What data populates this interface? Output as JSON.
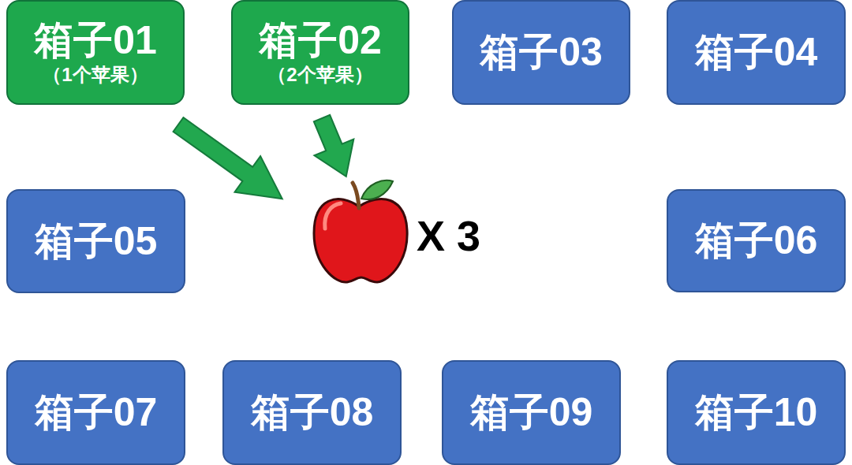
{
  "diagram": {
    "nodes": [
      {
        "text": [
          "箱子01",
          "（1个苹果）"
        ]
      },
      {
        "text": [
          "箱子02",
          "（2个苹果）"
        ]
      },
      {
        "text": [
          "箱子03"
        ]
      },
      {
        "text": [
          "箱子04"
        ]
      },
      {
        "text": [
          "箱子05"
        ]
      },
      {
        "text": [
          "箱子06"
        ]
      },
      {
        "text": [
          "箱子07"
        ]
      },
      {
        "text": [
          "箱子08"
        ]
      },
      {
        "text": [
          "箱子09"
        ]
      },
      {
        "text": [
          "箱子10"
        ]
      }
    ],
    "labels": [
      "X 3"
    ]
  }
}
